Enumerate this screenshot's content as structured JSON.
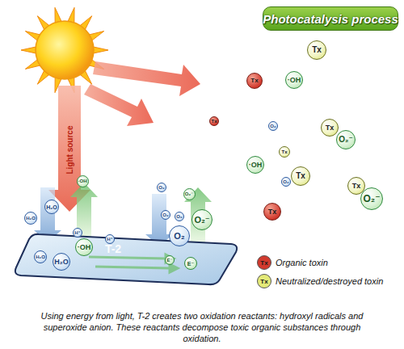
{
  "diagram": {
    "title": "Photocatalysis process",
    "caption": "Using energy from light, T-2 creates two oxidation reactants: hydroxyl radicals and superoxide anion. These reactants decompose toxic organic substances through oxidation.",
    "nodes": [
      {
        "text": [
          "Tx"
        ]
      },
      {
        "text": [
          "Tx"
        ]
      },
      {
        "text": [
          "Tx"
        ]
      },
      {
        "text": [
          "·OH"
        ]
      },
      {
        "text": [
          "Tx"
        ]
      },
      {
        "text": [
          "O₂⁻"
        ]
      },
      {
        "text": [
          "O₂"
        ]
      },
      {
        "text": [
          "Tx"
        ]
      },
      {
        "text": [
          "·OH"
        ]
      },
      {
        "text": [
          "Tx"
        ]
      },
      {
        "text": [
          "O₂"
        ]
      },
      {
        "text": [
          "Tx"
        ]
      },
      {
        "text": [
          "Tx"
        ]
      },
      {
        "text": [
          "O₂⁻"
        ]
      },
      {
        "text": [
          "H₂O"
        ]
      },
      {
        "text": [
          "H₂O"
        ]
      },
      {
        "text": [
          "·OH"
        ]
      },
      {
        "text": [
          "H₂O"
        ]
      },
      {
        "text": [
          "H₂O"
        ]
      },
      {
        "text": [
          "·OH"
        ]
      },
      {
        "text": [
          "H⁺"
        ]
      },
      {
        "text": [
          "H⁺"
        ]
      },
      {
        "text": [
          "O₂"
        ]
      },
      {
        "text": [
          "O₂"
        ]
      },
      {
        "text": [
          "O₂"
        ]
      },
      {
        "text": [
          "O₂"
        ]
      },
      {
        "text": [
          "O₂⁻"
        ]
      },
      {
        "text": [
          "O₂⁻"
        ]
      },
      {
        "text": [
          "E⁻"
        ]
      },
      {
        "text": [
          "E⁻"
        ]
      }
    ],
    "labels": [
      "Light source",
      "T-2",
      "Tx",
      "Tx"
    ],
    "legend": [
      {
        "text": "Organic toxin",
        "color": "#d23a2e"
      },
      {
        "text": "Neutralized/destroyed toxin",
        "color": "#e4ea78"
      }
    ]
  }
}
